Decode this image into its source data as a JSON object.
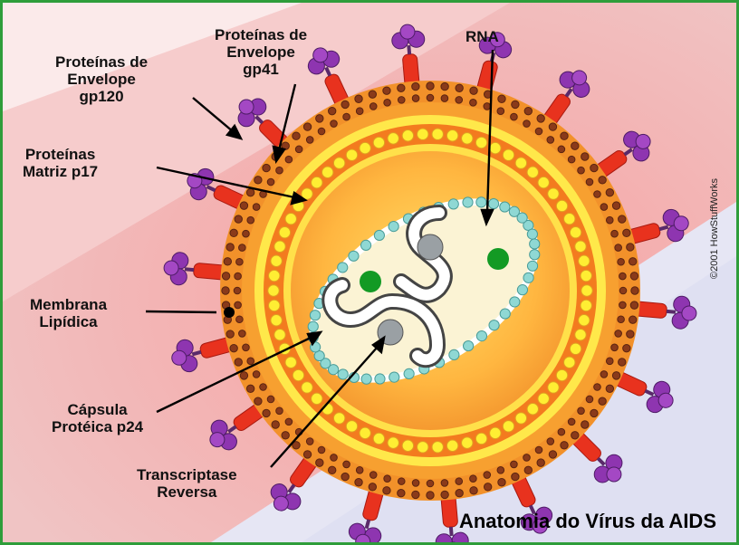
{
  "labels": {
    "gp120": "Proteínas de\nEnvelope\ngp120",
    "gp41": "Proteínas de\nEnvelope\ngp41",
    "rna": "RNA",
    "matriz": "Proteínas\nMatriz p17",
    "membrana": "Membrana\nLipídica",
    "capsula": "Cápsula\nProtéica p24",
    "transcriptase": "Transcriptase\nReversa"
  },
  "title": "Anatomia do Vírus da AIDS",
  "copyright": "©2001 HowStuffWorks",
  "colors": {
    "membrane_orange": "#f2912a",
    "membrane_dots": "#8a3a1a",
    "matrix_red": "#e8321e",
    "knob_purple": "#8e35b0",
    "matrix_yellow": "#ffee33",
    "capsid_cyan": "#8fd8d4",
    "rna_green": "#139a24",
    "enzyme_gray": "#9aa0a4",
    "frame_green": "#2e9d3a"
  }
}
